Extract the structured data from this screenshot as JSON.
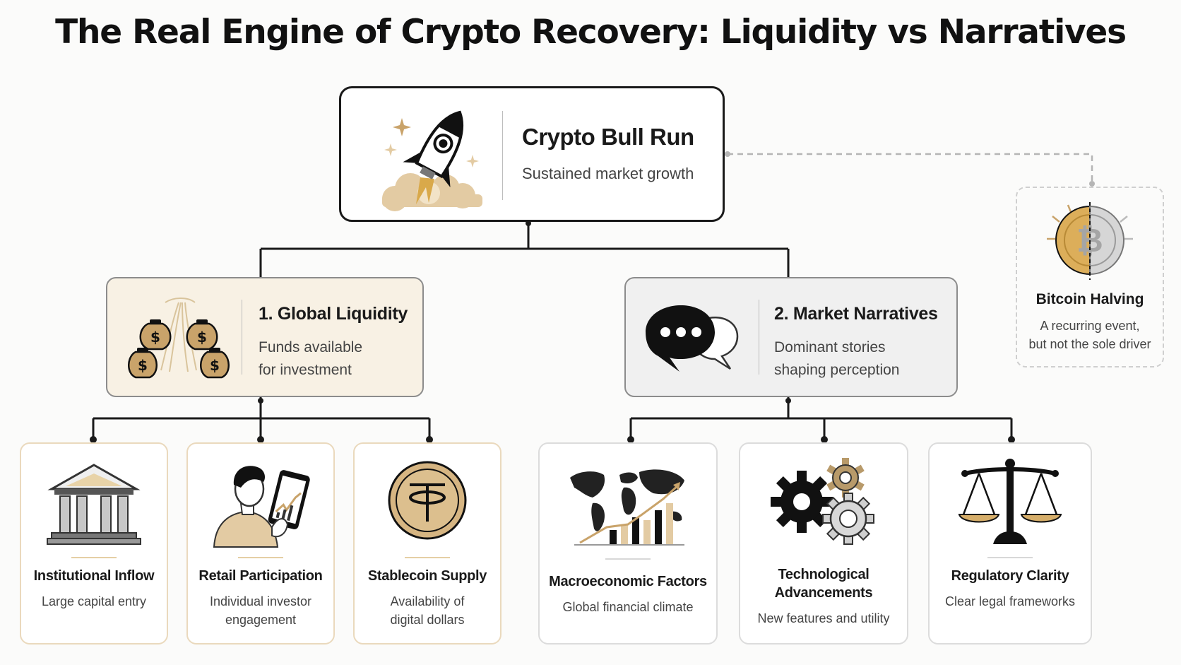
{
  "title": "The Real Engine of Crypto Recovery: Liquidity vs Narratives",
  "colors": {
    "ink": "#1a1a1a",
    "gold": "#c9a36a",
    "beige_fill": "#f8f1e4",
    "grey_fill": "#f0f0f0"
  },
  "root": {
    "title": "Crypto Bull Run",
    "subtitle": "Sustained market growth",
    "icon": "rocket-icon"
  },
  "branches": [
    {
      "title": "1. Global Liquidity",
      "subtitle_lines": [
        "Funds available",
        "for investment"
      ],
      "icon": "money-bags-icon"
    },
    {
      "title": "2. Market Narratives",
      "subtitle_lines": [
        "Dominant stories",
        "shaping perception"
      ],
      "icon": "speech-bubbles-icon"
    }
  ],
  "side_note": {
    "title": "Bitcoin Halving",
    "subtitle_lines": [
      "A recurring event,",
      "but not the sole driver"
    ],
    "icon": "bitcoin-halving-icon"
  },
  "liquidity_factors": [
    {
      "title_lines": [
        "Institutional Inflow"
      ],
      "subtitle_lines": [
        "Large capital entry"
      ],
      "icon": "bank-building-icon"
    },
    {
      "title_lines": [
        "Retail Participation"
      ],
      "subtitle_lines": [
        "Individual investor",
        "engagement"
      ],
      "icon": "person-with-tablet-icon"
    },
    {
      "title_lines": [
        "Stablecoin Supply"
      ],
      "subtitle_lines": [
        "Availability of",
        "digital dollars"
      ],
      "icon": "tether-coin-icon"
    }
  ],
  "narrative_factors": [
    {
      "title_lines": [
        "Macroeconomic Factors"
      ],
      "subtitle_lines": [
        "Global financial climate"
      ],
      "icon": "world-map-chart-icon"
    },
    {
      "title_lines": [
        "Technological",
        "Advancements"
      ],
      "subtitle_lines": [
        "New features and utility"
      ],
      "icon": "gears-icon"
    },
    {
      "title_lines": [
        "Regulatory Clarity"
      ],
      "subtitle_lines": [
        "Clear legal frameworks"
      ],
      "icon": "scales-icon"
    }
  ]
}
